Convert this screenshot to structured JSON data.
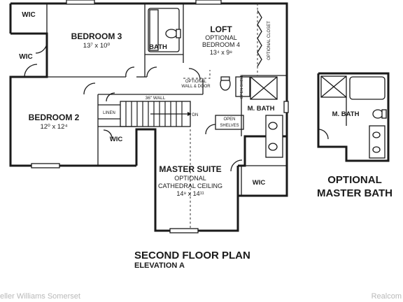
{
  "rooms": {
    "wic_top": "WIC",
    "wic_left": "WIC",
    "bedroom3_name": "BEDROOM 3",
    "bedroom3_dim": "13⁷ x 10⁰",
    "bath": "BATH",
    "loft_name": "LOFT",
    "loft_opt1": "OPTIONAL",
    "loft_opt2": "BEDROOM 4",
    "loft_dim": "13⁴ x 9⁸",
    "optional_closet": "OPTIONAL CLOSET",
    "optional_wall1": "OPTIONAL",
    "optional_wall2": "WALL & DOOR",
    "open_shelf": "OPEN SHELF",
    "m_bath": "M. BATH",
    "open_shelves1": "OPEN",
    "open_shelves2": "SHELVES",
    "wall36": "36\" WALL",
    "linen": "LINEN",
    "dn": "DN",
    "bedroom2_name": "BEDROOM 2",
    "bedroom2_dim": "12⁰ x 12⁴",
    "wic_center": "WIC",
    "master_name": "MASTER SUITE",
    "master_opt1": "OPTIONAL",
    "master_opt2": "CATHEDRAL CEILING",
    "master_dim": "14⁹ x 14¹¹",
    "wic_master": "WIC",
    "opt_m_bath": "M. BATH"
  },
  "captions": {
    "optional_master_bath_line1": "OPTIONAL",
    "optional_master_bath_line2": "MASTER BATH",
    "plan_title": "SECOND FLOOR PLAN",
    "plan_subtitle": "ELEVATION A"
  },
  "watermarks": {
    "left": "eller Williams Somerset",
    "right": "Realcom"
  }
}
